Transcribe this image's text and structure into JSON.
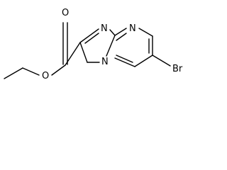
{
  "molecule": {
    "atom_labels": {
      "carbonyl_oxygen": "O",
      "ester_oxygen": "O",
      "imine_nitrogen": "N",
      "pyrimidine_nitrogen": "N",
      "bridgehead_nitrogen": "N",
      "bromine": "Br"
    }
  }
}
